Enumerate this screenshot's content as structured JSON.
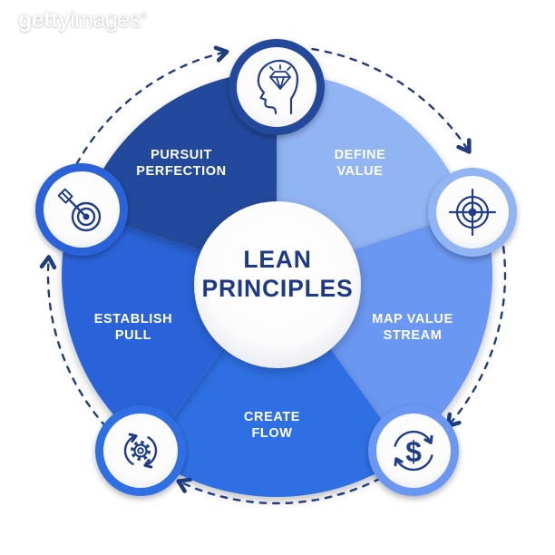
{
  "watermark": {
    "brand_bold": "getty",
    "brand_light": "images",
    "registered": "®"
  },
  "center": {
    "title_line1": "LEAN",
    "title_line2": "PRINCIPLES",
    "text_color": "#1c3a87"
  },
  "segments": [
    {
      "name": "pursuit-perfection",
      "label_line1": "PURSUIT",
      "label_line2": "PERFECTION",
      "color": "#24499c",
      "icon": "head-diamond-icon"
    },
    {
      "name": "define-value",
      "label_line1": "DEFINE",
      "label_line2": "VALUE",
      "color": "#91b4f3",
      "icon": "crosshair-target-icon"
    },
    {
      "name": "map-value-stream",
      "label_line1": "MAP VALUE",
      "label_line2": "STREAM",
      "color": "#6a97f1",
      "icon": "dollar-cycle-icon"
    },
    {
      "name": "create-flow",
      "label_line1": "CREATE",
      "label_line2": "FLOW",
      "color": "#2f70e4",
      "icon": "gear-cycle-icon"
    },
    {
      "name": "establish-pull",
      "label_line1": "ESTABLISH",
      "label_line2": "PULL",
      "color": "#2c63d9",
      "icon": "dart-target-icon"
    }
  ],
  "icons": {
    "dollar_glyph": "$"
  },
  "colors": {
    "icon_stroke": "#1e3d8f",
    "arrow": "#1e3c80",
    "label_text": "#ffffff"
  }
}
